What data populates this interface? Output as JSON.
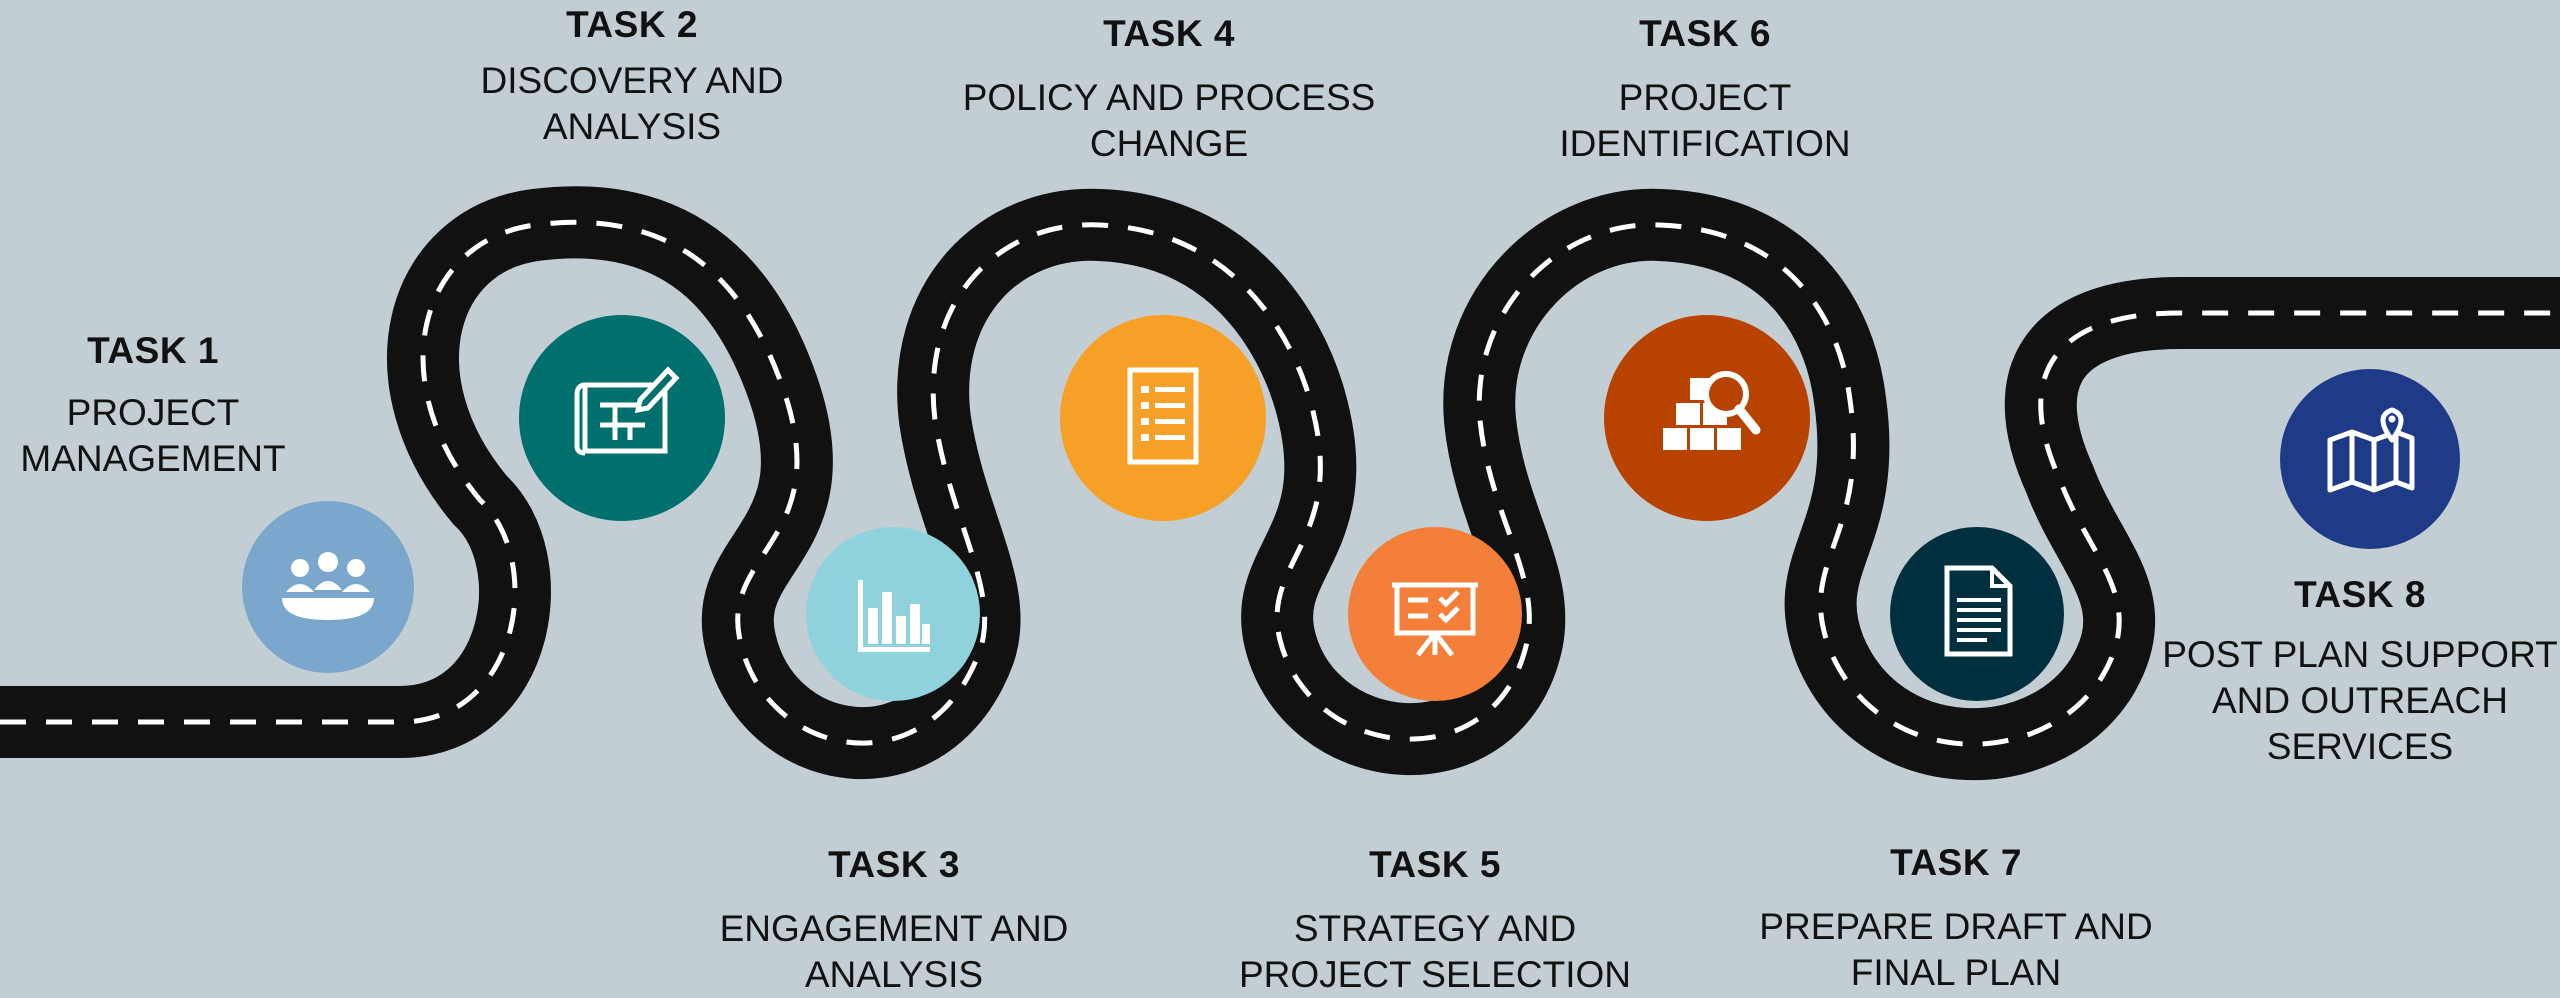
{
  "tasks": [
    {
      "title": "TASK 1",
      "desc": "PROJECT\nMANAGEMENT",
      "icon": "people-meeting-icon",
      "color": "#7ba7cc"
    },
    {
      "title": "TASK 2",
      "desc": "DISCOVERY AND\nANALYSIS",
      "icon": "blueprint-pencil-icon",
      "color": "#00706e"
    },
    {
      "title": "TASK 3",
      "desc": "ENGAGEMENT AND\nANALYSIS",
      "icon": "bar-chart-icon",
      "color": "#90d2dc"
    },
    {
      "title": "TASK 4",
      "desc": "POLICY AND PROCESS\nCHANGE",
      "icon": "checklist-document-icon",
      "color": "#f7a027"
    },
    {
      "title": "TASK 5",
      "desc": "STRATEGY AND\nPROJECT SELECTION",
      "icon": "presentation-board-icon",
      "color": "#f47f3b"
    },
    {
      "title": "TASK 6",
      "desc": "PROJECT\nIDENTIFICATION",
      "icon": "boxes-magnifier-icon",
      "color": "#b84300"
    },
    {
      "title": "TASK 7",
      "desc": "PREPARE DRAFT AND\nFINAL PLAN",
      "icon": "text-document-icon",
      "color": "#00303e"
    },
    {
      "title": "TASK 8",
      "desc": "POST PLAN SUPPORT\nAND OUTREACH\nSERVICES",
      "icon": "map-pin-icon",
      "color": "#1f3a87"
    }
  ],
  "road_color": "#111111",
  "road_marking_color": "#ffffff",
  "background_color": "#c3ced4"
}
